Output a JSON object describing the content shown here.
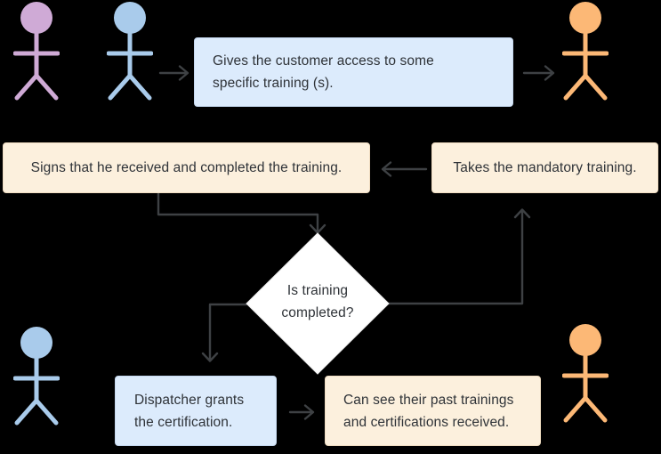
{
  "colors": {
    "background": "#000000",
    "actor_purple": "#cfaad6",
    "actor_blue": "#a9cbeb",
    "actor_orange": "#fcb876",
    "box_blue_fill": "#dcebfc",
    "box_blue_border": "#c5d8ef",
    "box_peach_fill": "#fcf0dd",
    "box_peach_border": "#f0ddc2",
    "diamond_fill": "#ffffff",
    "diamond_edge": "#ededed",
    "arrow": "#3e4144",
    "text": "#2f3338"
  },
  "actors": [
    {
      "id": "top-left-figure",
      "color": "purple"
    },
    {
      "id": "top-middle-figure",
      "color": "blue"
    },
    {
      "id": "top-right-figure",
      "color": "orange"
    },
    {
      "id": "bottom-left-figure",
      "color": "blue"
    },
    {
      "id": "bottom-right-figure",
      "color": "orange"
    }
  ],
  "nodes": {
    "gives_access": {
      "style": "blue",
      "line1": "Gives the customer access to some",
      "line2": "specific training (s)."
    },
    "signs_received": {
      "style": "peach",
      "line1": "Signs that he received and completed the training."
    },
    "takes_training": {
      "style": "peach",
      "line1": "Takes the mandatory training."
    },
    "decision": {
      "shape": "diamond",
      "line1": "Is training",
      "line2": "completed?"
    },
    "grants_certification": {
      "style": "blue",
      "line1": "Dispatcher grants",
      "line2": "the certification."
    },
    "sees_past": {
      "style": "peach",
      "line1": "Can see their past trainings",
      "line2": "and certifications received."
    }
  },
  "edges": [
    {
      "from": "top-middle-figure",
      "to": "gives_access"
    },
    {
      "from": "gives_access",
      "to": "top-right-figure"
    },
    {
      "from": "takes_training",
      "to": "signs_received"
    },
    {
      "from": "signs_received",
      "to": "decision"
    },
    {
      "from": "decision",
      "to": "grants_certification"
    },
    {
      "from": "decision",
      "to": "takes_training"
    },
    {
      "from": "grants_certification",
      "to": "sees_past"
    }
  ]
}
